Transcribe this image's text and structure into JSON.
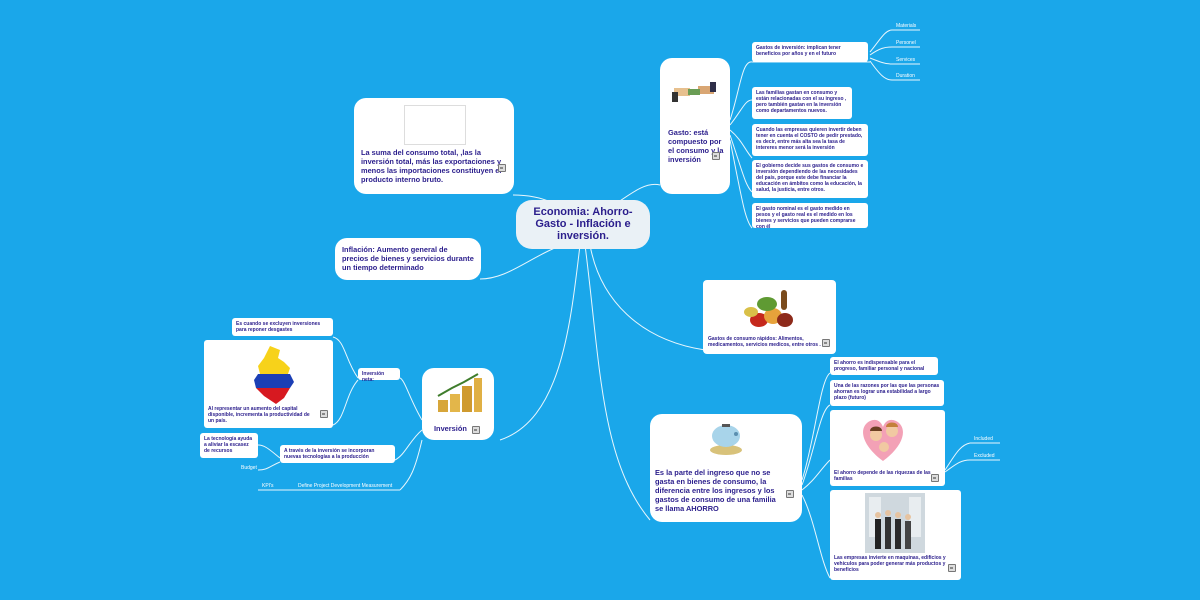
{
  "central": {
    "title": "Economia: Ahorro- Gasto - Inflación e inversión."
  },
  "pib": {
    "text": "La suma del consumo total, ,las la inversión total, más las exportaciones y menos las importaciones constituyen el producto interno bruto."
  },
  "inflacion": {
    "text": "Inflación: Aumento general de precios de bienes y servicios durante un tiempo determinado"
  },
  "gasto": {
    "text": "Gasto: está compuesto por el consumo y la inversión",
    "children": [
      "Gastos de inversión: implican tener beneficios por años y en el futuro",
      "Las familias gastan en consumo y están relacionadas con el su ingreso , pero también gastan en la inversión como departamentos nuevos.",
      "Cuando las empresas quieren invertir deben tener en cuenta el COSTO de pedir prestado, es decir, entre más alta sea la tasa de intereres menor será la inversión",
      "El gobierno decide sus gastos de consumo e inversión dependiendo de las necesidades del país, porque este debe financiar la educación en ámbitos como la educación, la salud, la justicia, entre otros.",
      "El gasto nominal es el gasto medido en pesos y el gasto real es el medido en los bienes y servicios que pueden comprarse con él"
    ],
    "leaves": [
      "Materials",
      "Personel",
      "Services",
      "Duration"
    ]
  },
  "consumo": {
    "text": "Gastos de consumo rápidos: Alimentos, medicamentos, servicios medicos, entre otros ."
  },
  "ahorro": {
    "text": "Es la parte del ingreso que no se gasta en bienes de consumo, la diferencia entre los ingresos y los gastos de consumo de una familia se llama AHORRO",
    "children": [
      "El ahorro es indispensable para el progreso, familiar personal y nacional",
      "Una de las razones por las que las personas ahorran es lograr una estabilidad a largo plazo (futuro)",
      "El ahorro depende de las riquezas de las familias",
      "Las empresas invierte en maquinas, edificios y vehículos para poder generar más productos y beneficios"
    ],
    "leaves": [
      "Included",
      "Excluded"
    ]
  },
  "inversion": {
    "text": "Inversión",
    "neta": "Inversión neta:",
    "neta_children": [
      "Es cuando se excluyen inversiones para reponer desgastes",
      "Al representar un aumento del capital disponible, incrementa la productividad de un país."
    ],
    "tech": "A través de la inversión se incorporan nuevas tecnologías a la producción",
    "tech_child": "La tecnología ayuda a aliviar la escasez de recursos",
    "budget": "Budget",
    "kpis": "KPI's",
    "define": "Define Project Development Measurement"
  }
}
